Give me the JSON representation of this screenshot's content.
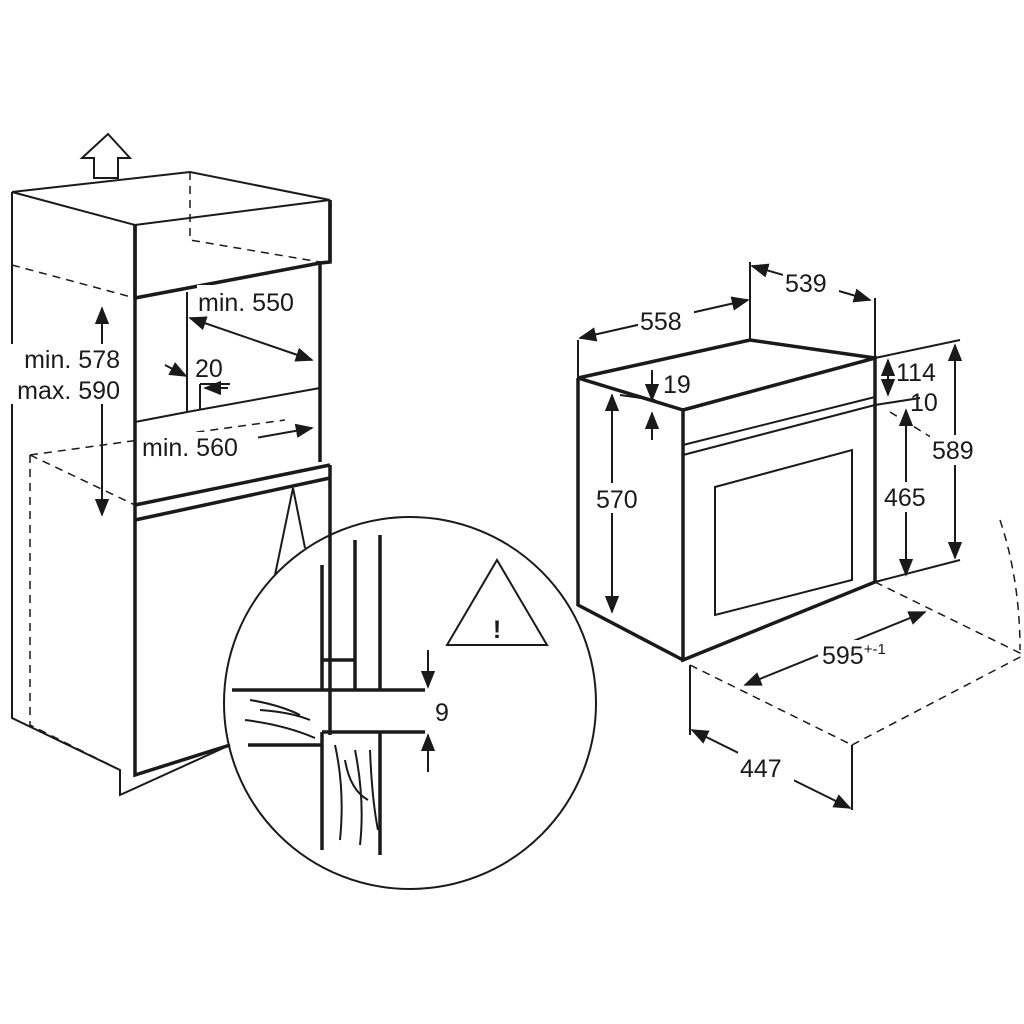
{
  "left_cabinet": {
    "niche_depth": "min. 550",
    "niche_height_min": "min. 578",
    "niche_height_max": "max. 590",
    "vent_gap": "20",
    "niche_width": "min. 560"
  },
  "detail": {
    "gap": "9",
    "warning_mark": "!"
  },
  "oven": {
    "depth_total": "558",
    "depth_body": "539",
    "top_offset": "19",
    "panel_height": "114",
    "panel_gap": "10",
    "body_height": "570",
    "front_height": "589",
    "door_height": "465",
    "width": "595",
    "width_tolerance": "+-1",
    "door_open_depth": "447"
  }
}
